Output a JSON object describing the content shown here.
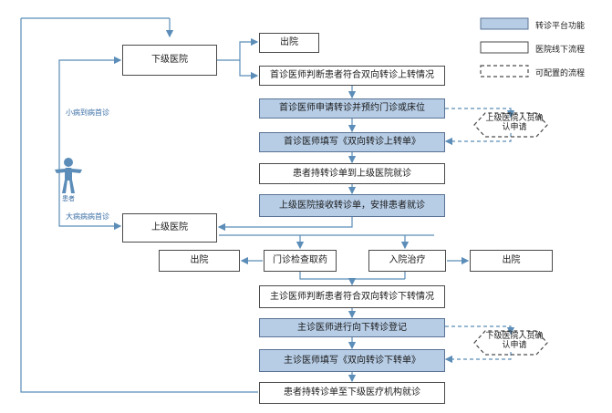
{
  "legend": {
    "platform": "转诊平台功能",
    "offline": "医院线下流程",
    "configurable": "可配置的流程"
  },
  "colors": {
    "platform_fill": "#b7cde6",
    "line": "#5b8db8",
    "patient_icon": "#5b8db8"
  },
  "patient": {
    "label": "患者",
    "minor_path": "小病到病首诊",
    "major_path": "大病病病首诊"
  },
  "nodes": {
    "lower_hospital": "下级医院",
    "discharge_top": "出院",
    "first_doctor_judge": "首诊医师判断患者符合双向转诊上转情况",
    "first_doctor_apply": "首诊医师申请转诊并预约门诊或床位",
    "first_doctor_fill": "首诊医师填写《双向转诊上转单》",
    "patient_to_upper": "患者持转诊单到上级医院就诊",
    "upper_receive": "上级医院接收转诊单，安排患者就诊",
    "upper_hospital": "上级医院",
    "outpatient": "门诊检查取药",
    "inpatient": "入院治疗",
    "discharge_left": "出院",
    "discharge_right": "出院",
    "main_doctor_judge": "主诊医师判断患者符合双向转诊下转情况",
    "main_doctor_register": "主诊医师进行向下转诊登记",
    "main_doctor_fill": "主诊医师填写《双向转诊下转单》",
    "patient_to_lower": "患者持转诊单至下级医疗机构就诊"
  },
  "decisions": {
    "upper_confirm_line1": "上级医院人员确",
    "upper_confirm_line2": "认申请",
    "lower_confirm_line1": "下级医院人员确",
    "lower_confirm_line2": "认申请"
  }
}
